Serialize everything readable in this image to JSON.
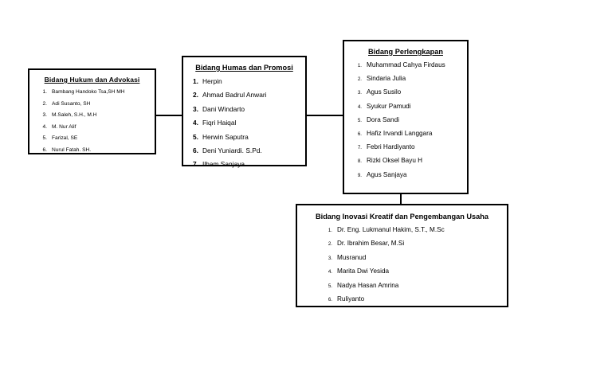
{
  "diagram": {
    "type": "organizational-chart",
    "boxes": [
      {
        "id": "hukum",
        "title": "Bidang Hukum dan Advokasi",
        "title_underlined": true,
        "members": [
          {
            "num": "1.",
            "name": "Bambang Handoko Tsa,SH MH"
          },
          {
            "num": "2.",
            "name": "Adi Susanto, SH"
          },
          {
            "num": "3.",
            "name": "M.Saleh, S.H., M.H"
          },
          {
            "num": "4.",
            "name": "M. Nur Alif"
          },
          {
            "num": "5.",
            "name": "Farizal, SE"
          },
          {
            "num": "6.",
            "name": "Nurul Fatah. SH."
          }
        ]
      },
      {
        "id": "humas",
        "title": "Bidang Humas dan Promosi",
        "title_underlined": true,
        "members": [
          {
            "num": "1.",
            "name": "Herpin"
          },
          {
            "num": "2.",
            "name": "Ahmad Badrul Anwari"
          },
          {
            "num": "3.",
            "name": "Dani Windarto"
          },
          {
            "num": "4.",
            "name": "Fiqri Haiqal"
          },
          {
            "num": "5.",
            "name": "Herwin Saputra"
          },
          {
            "num": "6.",
            "name": "Deni Yuniardi. S.Pd."
          },
          {
            "num": "7.",
            "name": "Ilham Sanjaya"
          }
        ]
      },
      {
        "id": "perlengkapan",
        "title": "Bidang Perlengkapan",
        "title_underlined": true,
        "members": [
          {
            "num": "1.",
            "name": "Muhammad Cahya Firdaus"
          },
          {
            "num": "2.",
            "name": "Sindaria Julia"
          },
          {
            "num": "3.",
            "name": "Agus Susilo"
          },
          {
            "num": "4.",
            "name": "Syukur Pamudi"
          },
          {
            "num": "5.",
            "name": "Dora Sandi"
          },
          {
            "num": "6.",
            "name": "Hafiz Irvandi Langgara"
          },
          {
            "num": "7.",
            "name": "Febri Hardiyanto"
          },
          {
            "num": "8.",
            "name": "Rizki Oksel Bayu H"
          },
          {
            "num": "9.",
            "name": "Agus Sanjaya"
          }
        ]
      },
      {
        "id": "inovasi",
        "title": "Bidang Inovasi Kreatif dan Pengembangan Usaha",
        "title_underlined": false,
        "members": [
          {
            "num": "1.",
            "name": "Dr. Eng. Lukmanul Hakim, S.T., M.Sc"
          },
          {
            "num": "2.",
            "name": "Dr. Ibrahim Besar, M.Si"
          },
          {
            "num": "3.",
            "name": "Musranud"
          },
          {
            "num": "4.",
            "name": "Marita Dwi Yesida"
          },
          {
            "num": "5.",
            "name": "Nadya Hasan Amrina"
          },
          {
            "num": "6.",
            "name": "Ruliyanto"
          }
        ]
      }
    ],
    "connectors": [
      {
        "id": "hukum-humas",
        "orientation": "horizontal"
      },
      {
        "id": "humas-perlengkapan",
        "orientation": "horizontal"
      },
      {
        "id": "perlengkapan-inovasi",
        "orientation": "vertical"
      }
    ],
    "colors": {
      "border": "#000000",
      "text": "#000000",
      "background": "#ffffff"
    }
  }
}
